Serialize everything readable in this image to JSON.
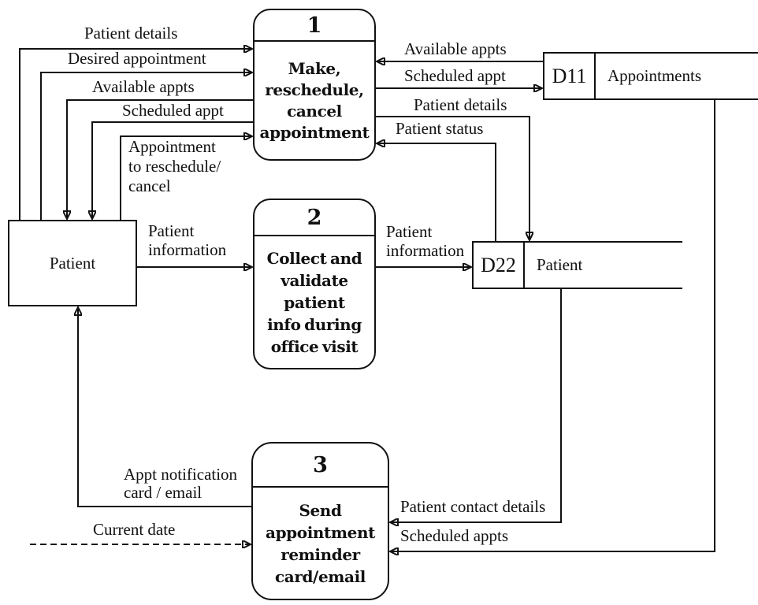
{
  "diagram": {
    "processes": [
      {
        "id": "1",
        "title": "Make,\nreschedule,\ncancel\nappointment"
      },
      {
        "id": "2",
        "title": "Collect and\nvalidate\npatient\ninfo during\noffice visit"
      },
      {
        "id": "3",
        "title": "Send\nappointment\nreminder\ncard/email"
      }
    ],
    "entities": [
      {
        "label": "Patient"
      }
    ],
    "data_stores": [
      {
        "id": "D11",
        "name": "Appointments"
      },
      {
        "id": "D22",
        "name": "Patient"
      }
    ],
    "flows": {
      "patient_details_left": "Patient details",
      "desired_appointment": "Desired appointment",
      "available_appts_left": "Available appts",
      "scheduled_appt_left": "Scheduled appt",
      "appt_to_reschedule": "Appointment\nto reschedule/\ncancel",
      "available_appts_right": "Available appts",
      "scheduled_appt_right": "Scheduled appt",
      "patient_details_right": "Patient details",
      "patient_status": "Patient status",
      "patient_information_left": "Patient\ninformation",
      "patient_information_right": "Patient\ninformation",
      "appt_notification": "Appt notification\ncard / email",
      "current_date": "Current date",
      "patient_contact_details": "Patient contact details",
      "scheduled_appts": "Scheduled appts"
    },
    "colors": {
      "ink": "#111111",
      "background": "#ffffff"
    }
  }
}
